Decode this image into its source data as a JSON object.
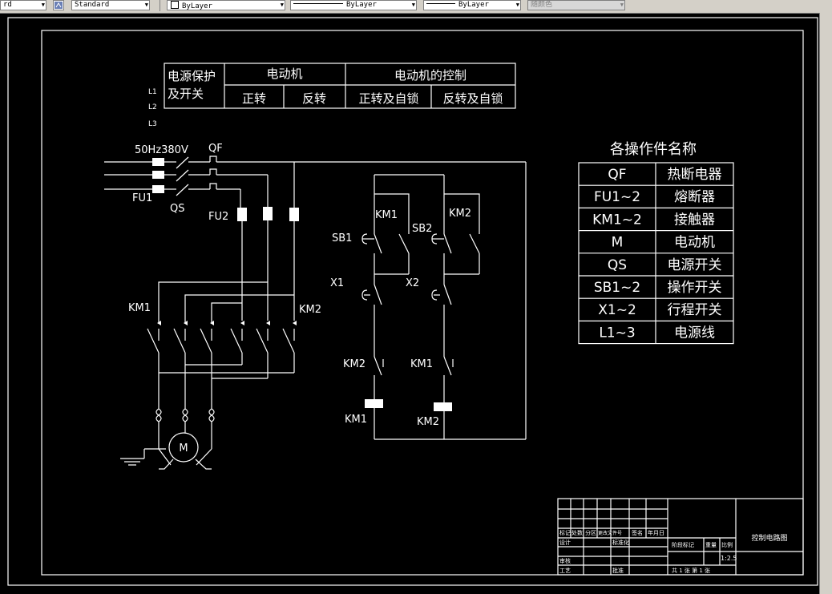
{
  "toolbar": {
    "layer_left": "rd",
    "text_style": "Standard",
    "layer": "ByLayer",
    "linetype": "ByLayer",
    "lineweight": "ByLayer",
    "color": "随颜色"
  },
  "drawing": {
    "header": {
      "power": "电源保护及开关",
      "motor": "电动机",
      "forward": "正转",
      "reverse": "反转",
      "control": "电动机的控制",
      "fwd_lock": "正转及自锁",
      "rev_lock": "反转及自锁"
    },
    "lines": [
      "L1",
      "L2",
      "L3"
    ],
    "labels": {
      "freq": "50Hz380V",
      "qf": "QF",
      "fu1": "FU1",
      "qs": "QS",
      "fu2": "FU2",
      "km1": "KM1",
      "km2": "KM2",
      "sb1": "SB1",
      "sb2": "SB2",
      "x1": "X1",
      "x2": "X2",
      "motor": "M"
    },
    "parts_title": "各操作件名称",
    "parts": [
      {
        "code": "QF",
        "name": "热断电器"
      },
      {
        "code": "FU1~2",
        "name": "熔断器"
      },
      {
        "code": "KM1~2",
        "name": "接触器"
      },
      {
        "code": "M",
        "name": "电动机"
      },
      {
        "code": "QS",
        "name": "电源开关"
      },
      {
        "code": "SB1~2",
        "name": "操作开关"
      },
      {
        "code": "X1~2",
        "name": "行程开关"
      },
      {
        "code": "L1~3",
        "name": "电源线"
      }
    ],
    "title_block": {
      "drawing_name": "控制电路图",
      "scale": "1:2.5",
      "sheet": "共 1 张  第 1 张",
      "cells": [
        "标记",
        "处数",
        "分区",
        "更改文件号",
        "签名",
        "年月日",
        "设计",
        "标准化",
        "阶段标记",
        "重量",
        "比例",
        "审核",
        "工艺",
        "批准"
      ]
    }
  }
}
